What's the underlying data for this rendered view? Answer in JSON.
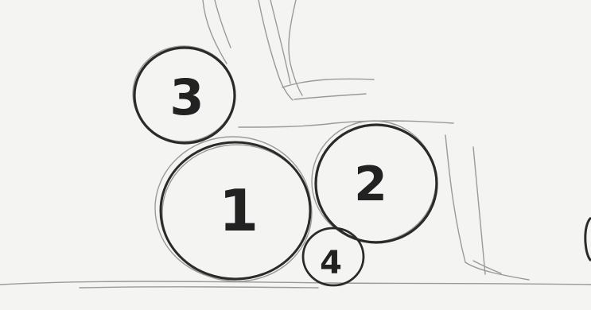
{
  "circles": {
    "c1": {
      "label": "1"
    },
    "c2": {
      "label": "2"
    },
    "c3": {
      "label": "3"
    },
    "c4": {
      "label": "4"
    }
  },
  "colors": {
    "paper": "#f4f4f2",
    "ink_dark": "#2a2a2a",
    "ink_light": "#8c8c8c"
  }
}
